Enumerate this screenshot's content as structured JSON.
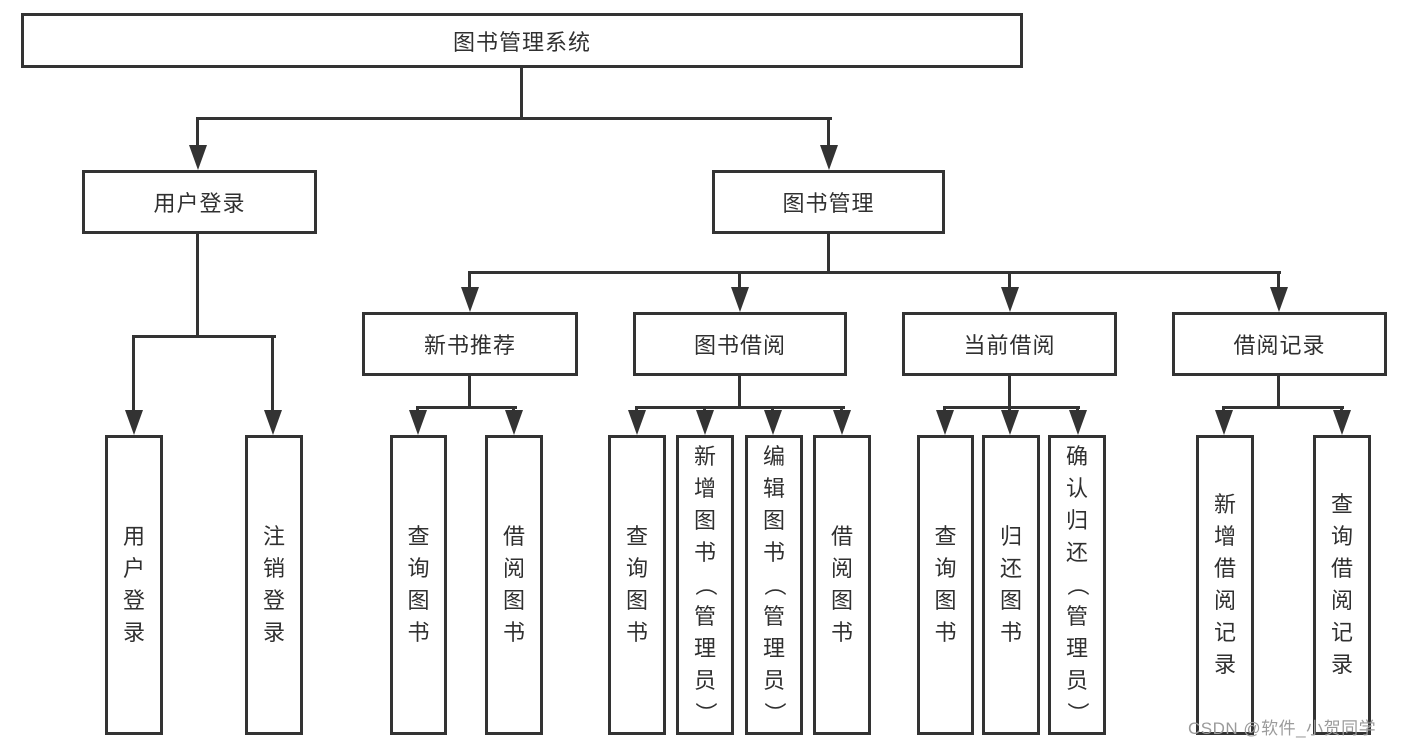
{
  "diagram": {
    "title": "图书管理系统",
    "root": {
      "label": "图书管理系统"
    },
    "level1": [
      {
        "label": "用户登录"
      },
      {
        "label": "图书管理"
      }
    ],
    "level2": [
      {
        "label": "新书推荐",
        "parent": "图书管理"
      },
      {
        "label": "图书借阅",
        "parent": "图书管理"
      },
      {
        "label": "当前借阅",
        "parent": "图书管理"
      },
      {
        "label": "借阅记录",
        "parent": "图书管理"
      }
    ],
    "level3": [
      {
        "label": "用户登录",
        "parent": "用户登录"
      },
      {
        "label": "注销登录",
        "parent": "用户登录"
      },
      {
        "label": "查询图书",
        "parent": "新书推荐"
      },
      {
        "label": "借阅图书",
        "parent": "新书推荐"
      },
      {
        "label": "查询图书",
        "parent": "图书借阅"
      },
      {
        "label": "新增图书（管理员）",
        "parent": "图书借阅"
      },
      {
        "label": "编辑图书（管理员）",
        "parent": "图书借阅"
      },
      {
        "label": "借阅图书",
        "parent": "图书借阅"
      },
      {
        "label": "查询图书",
        "parent": "当前借阅"
      },
      {
        "label": "归还图书",
        "parent": "当前借阅"
      },
      {
        "label": "确认归还（管理员）",
        "parent": "当前借阅"
      },
      {
        "label": "新增借阅记录",
        "parent": "借阅记录"
      },
      {
        "label": "查询借阅记录",
        "parent": "借阅记录"
      }
    ]
  },
  "watermark": {
    "text": "CSDN @软件_小贺同学"
  },
  "colors": {
    "line": "#333333",
    "text": "#303030",
    "watermark": "#9b9b9b",
    "background": "#ffffff"
  }
}
